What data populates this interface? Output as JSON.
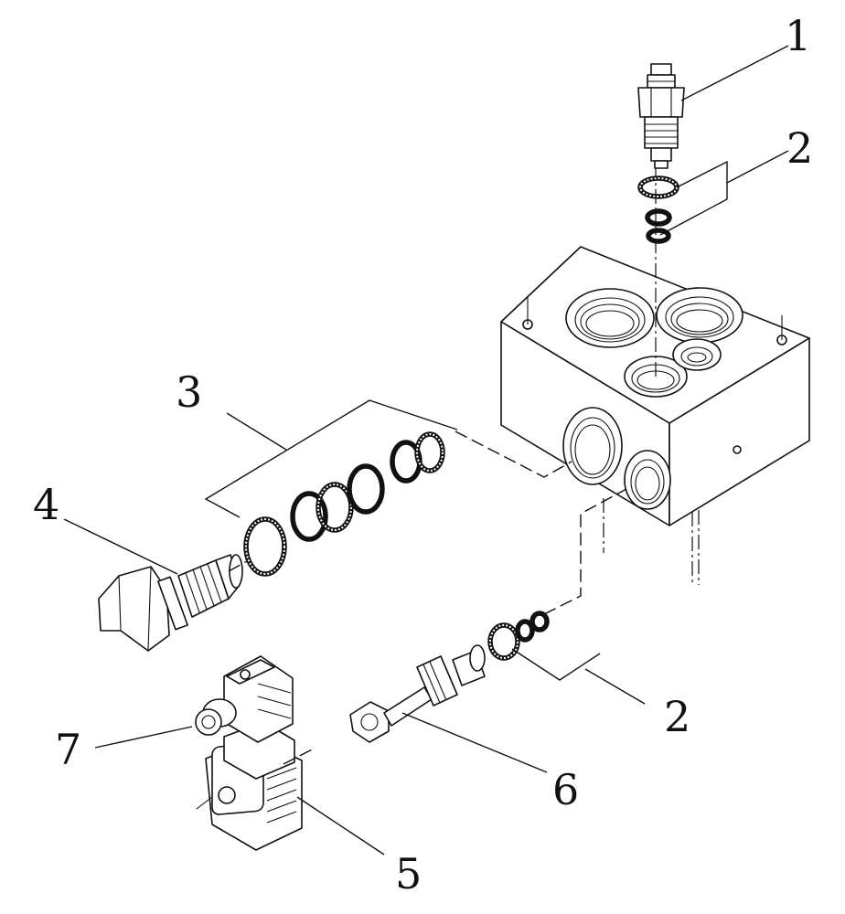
{
  "callouts": [
    {
      "id": "1",
      "text": "1"
    },
    {
      "id": "2a",
      "text": "2"
    },
    {
      "id": "3",
      "text": "3"
    },
    {
      "id": "4",
      "text": "4"
    },
    {
      "id": "2b",
      "text": "2"
    },
    {
      "id": "7",
      "text": "7"
    },
    {
      "id": "6",
      "text": "6"
    },
    {
      "id": "5",
      "text": "5"
    }
  ],
  "colors": {
    "line": "#111111",
    "background": "#ffffff"
  }
}
